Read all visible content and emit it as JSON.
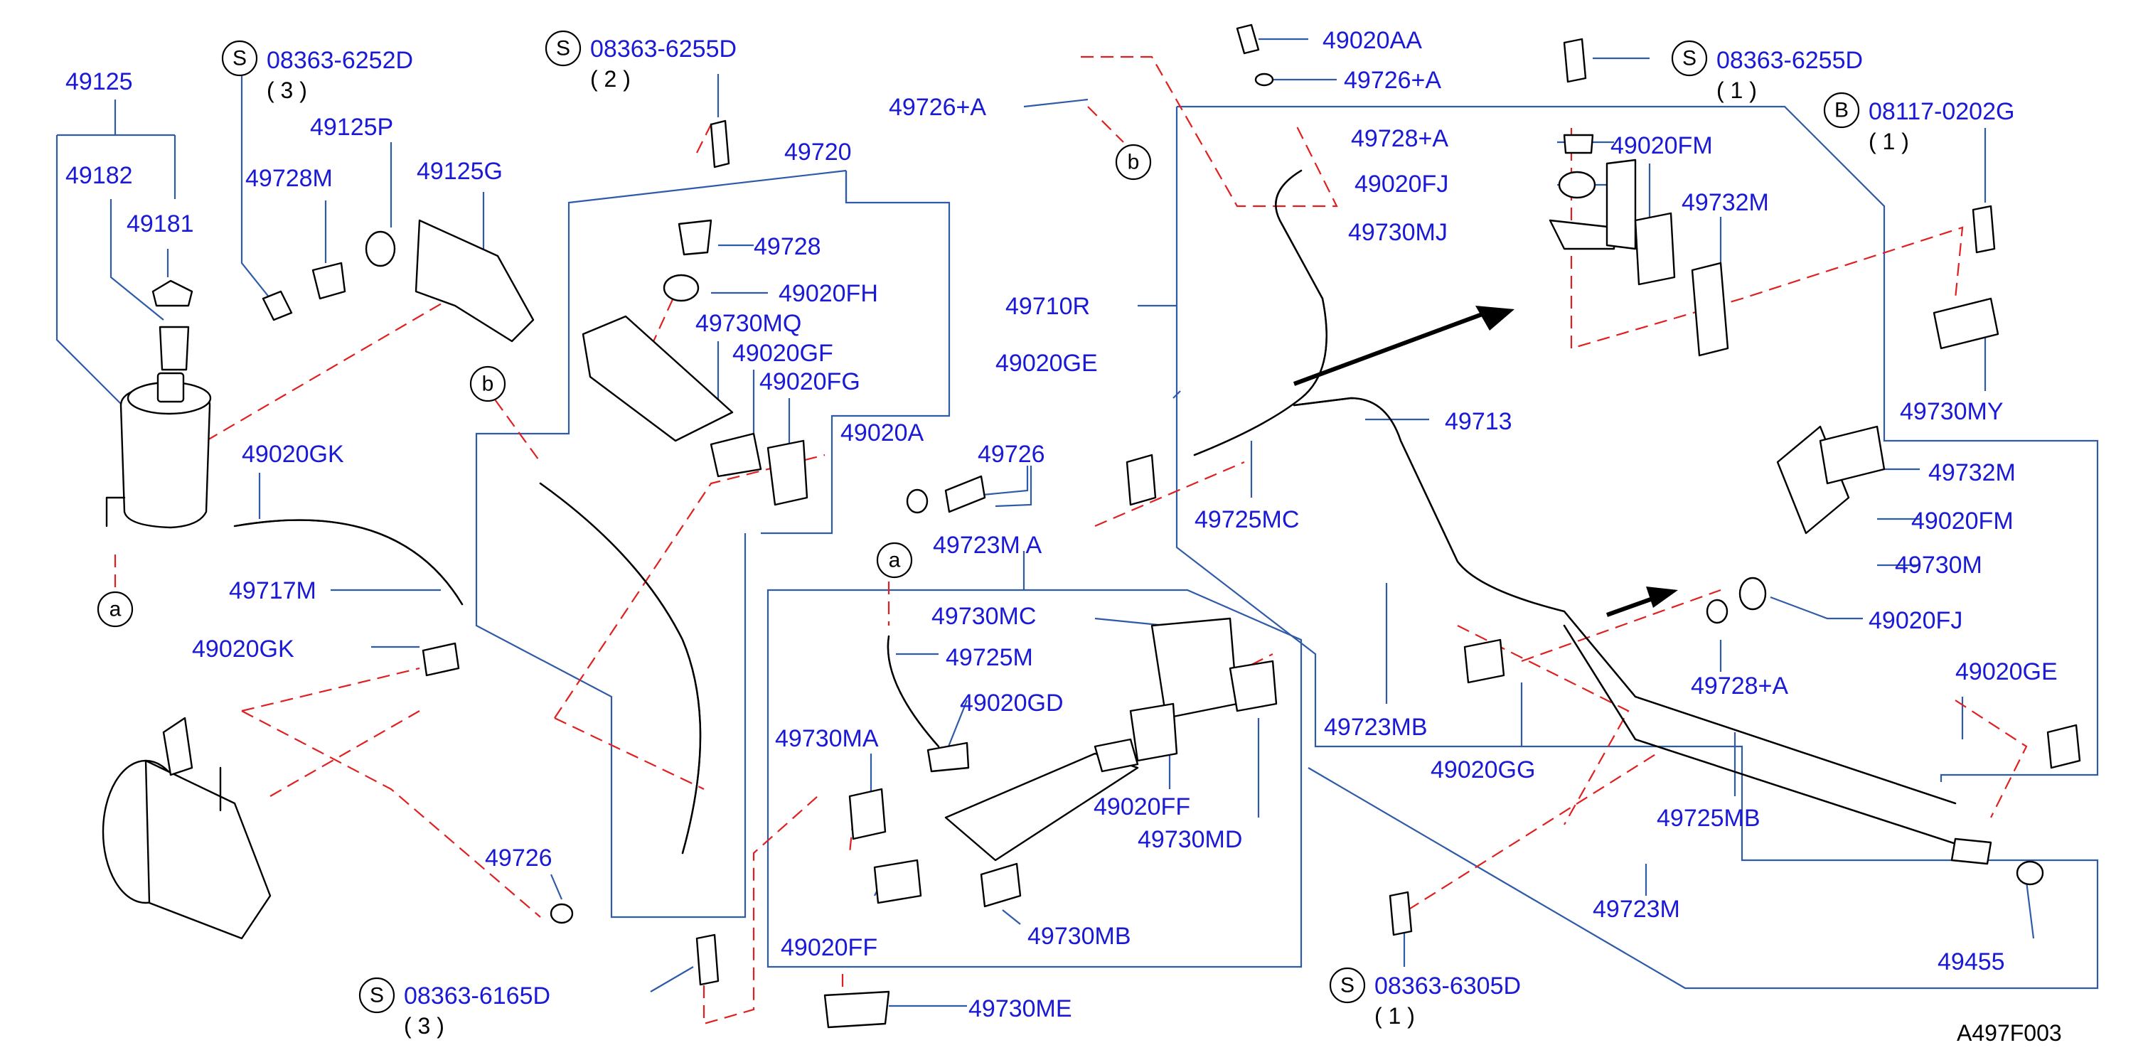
{
  "labels": {
    "p49125": "49125",
    "p49182": "49182",
    "p49181": "49181",
    "p49728M": "49728M",
    "p49125P": "49125P",
    "p49125G": "49125G",
    "p49720": "49720",
    "p49728": "49728",
    "p49020FH": "49020FH",
    "p49730MQ": "49730MQ",
    "p49020GF": "49020GF",
    "p49020FG": "49020FG",
    "p49726A_top": "49726+A",
    "p49020AA": "49020AA",
    "p49726A_mid": "49726+A",
    "p49728A_top": "49728+A",
    "p49020FJ_top": "49020FJ",
    "p49730MJ": "49730MJ",
    "p49020FM_top": "49020FM",
    "p49732M_top": "49732M",
    "p49730MY": "49730MY",
    "p49710R": "49710R",
    "p49020GE_left": "49020GE",
    "p49713": "49713",
    "p49020A": "49020A",
    "p49726_mid": "49726",
    "p49725MC": "49725MC",
    "p49020GK_top": "49020GK",
    "p49717M": "49717M",
    "p49020GK_bot": "49020GK",
    "p49723MA": "49723M A",
    "p49730MC": "49730MC",
    "p49725M": "49725M",
    "p49020GD": "49020GD",
    "p49730MA": "49730MA",
    "p49020FF_right": "49020FF",
    "p49730MD": "49730MD",
    "p49020FF_left": "49020FF",
    "p49730MB": "49730MB",
    "p49730ME": "49730ME",
    "p49726_bot": "49726",
    "p49732M_right": "49732M",
    "p49020FM_right": "49020FM",
    "p49730M_right": "49730M",
    "p49020FJ_right": "49020FJ",
    "p49728A_right": "49728+A",
    "p49020GE_right": "49020GE",
    "p49723MB": "49723MB",
    "p49020GG": "49020GG",
    "p49725MB": "49725MB",
    "p49723M": "49723M",
    "p49455": "49455"
  },
  "fasteners": {
    "s1": {
      "mark": "S",
      "code": "08363-6252D",
      "qty": "( 3 )"
    },
    "s2": {
      "mark": "S",
      "code": "08363-6255D",
      "qty": "( 2 )"
    },
    "s3": {
      "mark": "S",
      "code": "08363-6255D",
      "qty": "( 1 )"
    },
    "b1": {
      "mark": "B",
      "code": "08117-0202G",
      "qty": "( 1 )"
    },
    "s4": {
      "mark": "S",
      "code": "08363-6165D",
      "qty": "( 3 )"
    },
    "s5": {
      "mark": "S",
      "code": "08363-6305D",
      "qty": "( 1 )"
    }
  },
  "connectors": {
    "a1": "a",
    "a2": "a",
    "b1": "b",
    "b2": "b"
  },
  "reference": "A497F003",
  "colors": {
    "label": "#1a1ad6",
    "leader": "#2e5aa8",
    "dash": "#e02020",
    "line": "#000000"
  }
}
